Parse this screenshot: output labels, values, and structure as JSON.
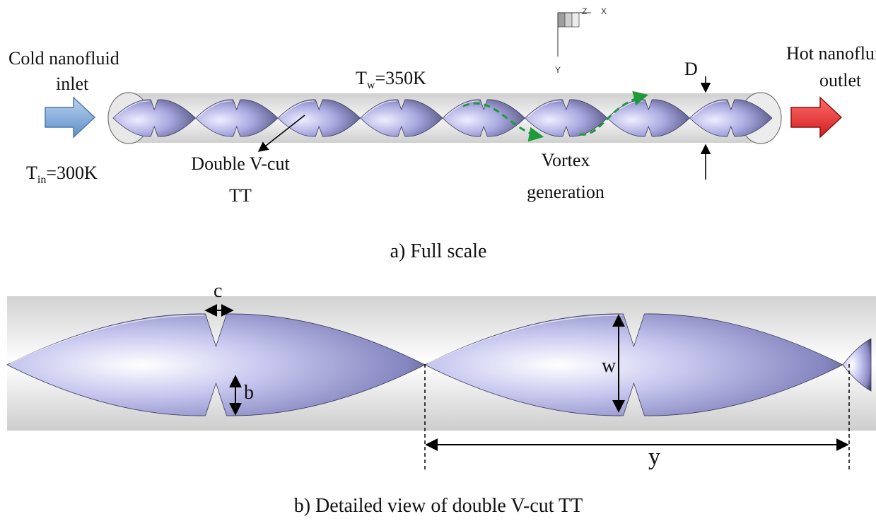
{
  "part_a": {
    "inlet_label_1": "Cold nanofluid",
    "inlet_label_2": "inlet",
    "outlet_label_1": "Hot nanofluid",
    "outlet_label_2": "outlet",
    "wall_temp_prefix": "T",
    "wall_temp_sub": "w",
    "wall_temp_value": "=350K",
    "inlet_temp_prefix": "T",
    "inlet_temp_sub": "in",
    "inlet_temp_value": "=300K",
    "tape_label_1": "Double V-cut",
    "tape_label_2": "TT",
    "vortex_label_1": "Vortex",
    "vortex_label_2": "generation",
    "diameter_label": "D",
    "axis_z": "Z",
    "axis_x": "X",
    "axis_y": "Y",
    "caption": "a)   Full scale"
  },
  "part_b": {
    "c_label": "c",
    "b_label": "b",
    "w_label": "w",
    "y_label": "y",
    "caption": "b)   Detailed view of double V-cut TT"
  },
  "colors": {
    "tape_light": "#f2f2ff",
    "tape_mid": "#a6a6dc",
    "tape_dark": "#2c2c50",
    "inlet_arrow": "#7aa6d6",
    "outlet_arrow": "#e53935",
    "vortex_arrow": "#1f9a3a",
    "tube": "#dcdcdc"
  }
}
